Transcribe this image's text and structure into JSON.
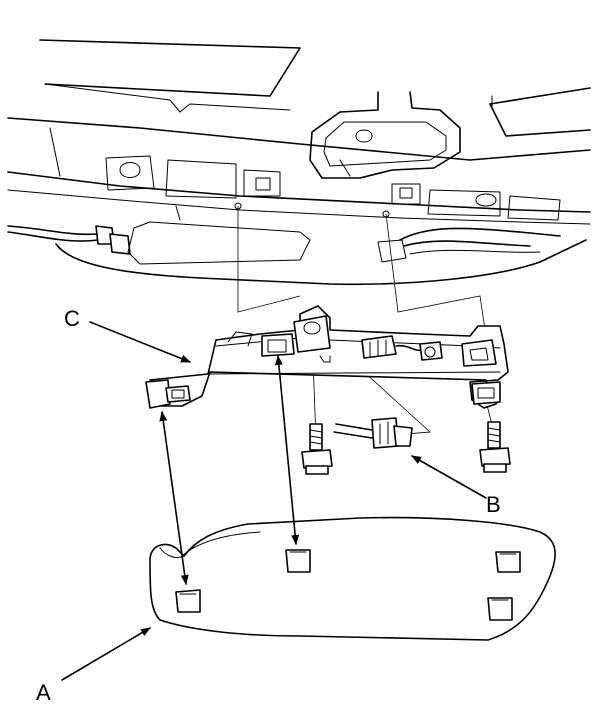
{
  "labels": {
    "a": "A",
    "b": "B",
    "c": "C"
  },
  "parts": {
    "lens": "lens-cover-icon",
    "connector": "connector-icon",
    "bracket": "light-housing-bracket-icon",
    "bolt": "bolt-icon",
    "roof": "roof-panel-icon"
  }
}
